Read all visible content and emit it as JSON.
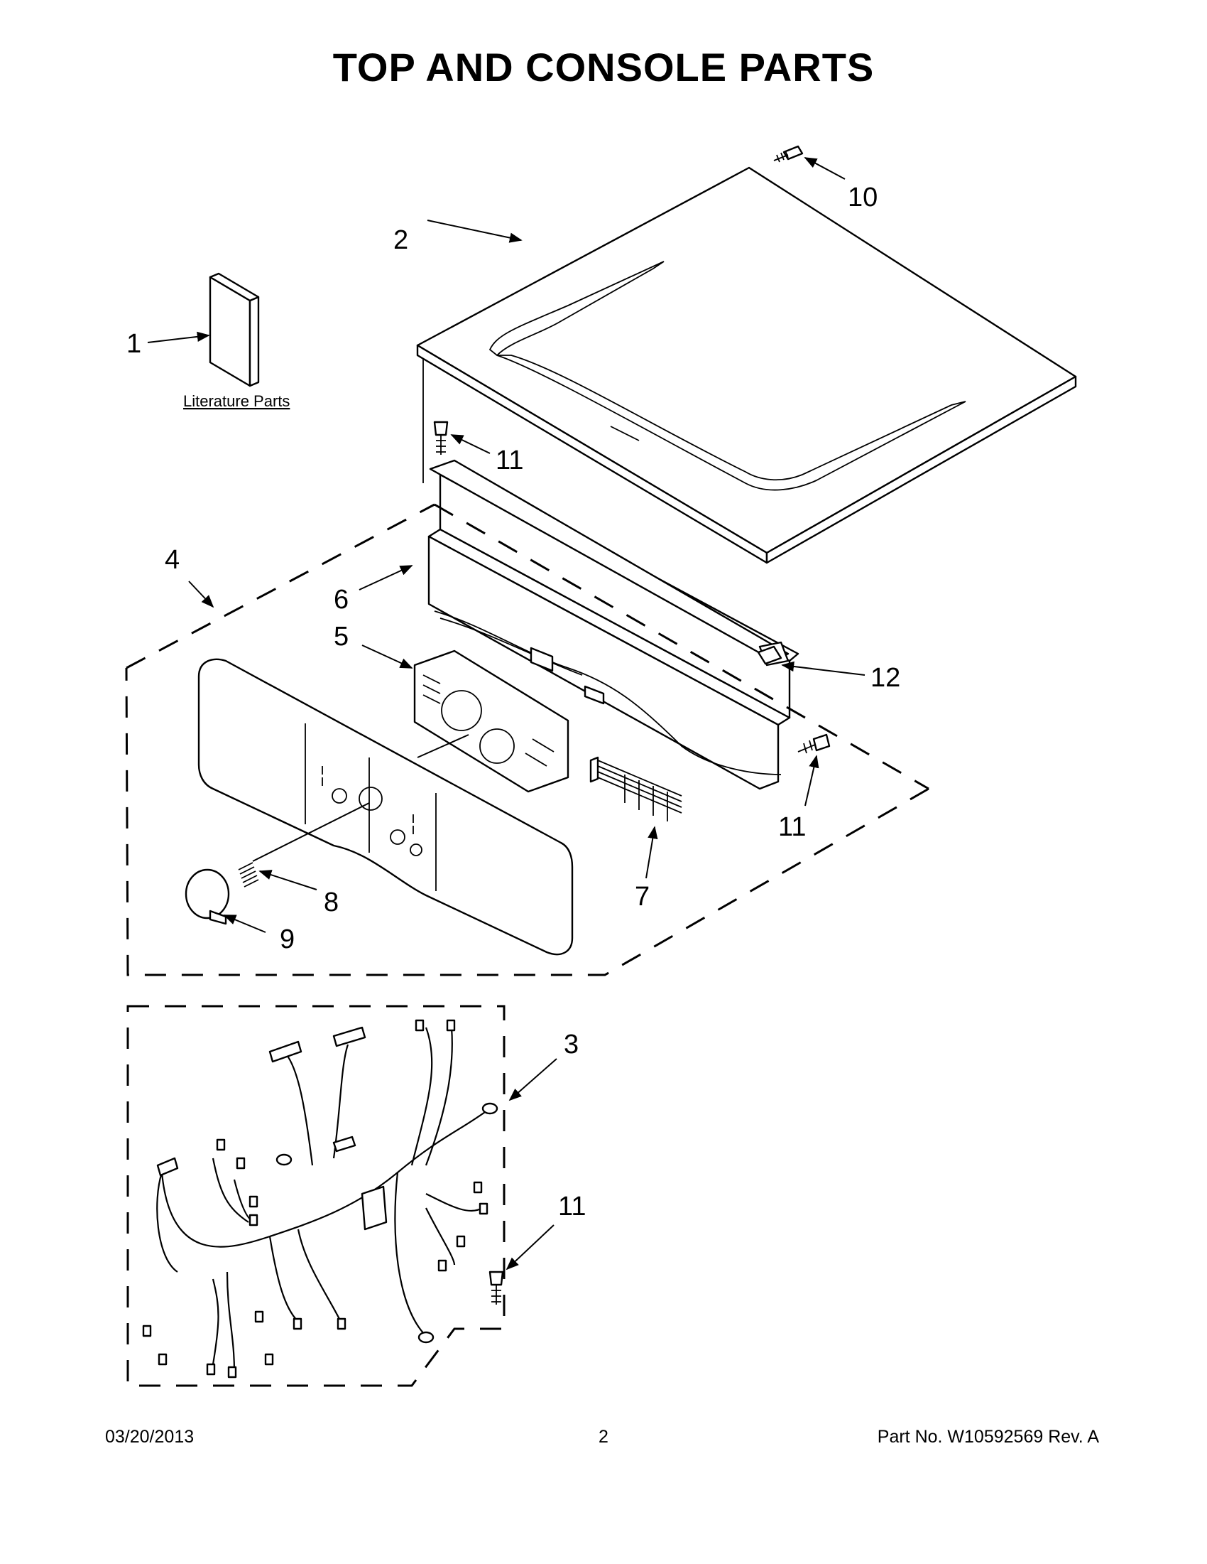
{
  "page_title": "TOP AND CONSOLE PARTS",
  "literature_label": "Literature Parts",
  "callouts": {
    "c1": "1",
    "c2": "2",
    "c3": "3",
    "c4": "4",
    "c5": "5",
    "c6": "6",
    "c7": "7",
    "c8": "8",
    "c9": "9",
    "c10": "10",
    "c11a": "11",
    "c11b": "11",
    "c11c": "11",
    "c12": "12"
  },
  "footer": {
    "date": "03/20/2013",
    "page_number": "2",
    "part_number": "Part No.  W10592569  Rev.  A"
  }
}
